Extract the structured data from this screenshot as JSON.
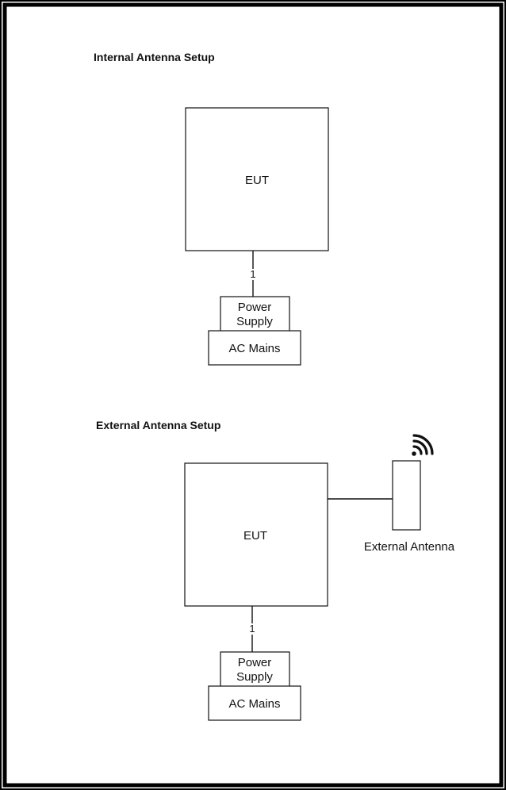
{
  "internal_setup": {
    "title": "Internal Antenna Setup",
    "eut_label": "EUT",
    "connector_label": "1",
    "power_supply_line1": "Power",
    "power_supply_line2": "Supply",
    "ac_mains_label": "AC Mains"
  },
  "external_setup": {
    "title": "External Antenna Setup",
    "eut_label": "EUT",
    "connector_label": "1",
    "power_supply_line1": "Power",
    "power_supply_line2": "Supply",
    "ac_mains_label": "AC Mains",
    "antenna_label": "External Antenna"
  },
  "icons": {
    "antenna_signal": "wifi-signal-icon"
  },
  "colors": {
    "stroke": "#111111",
    "background": "#ffffff"
  }
}
